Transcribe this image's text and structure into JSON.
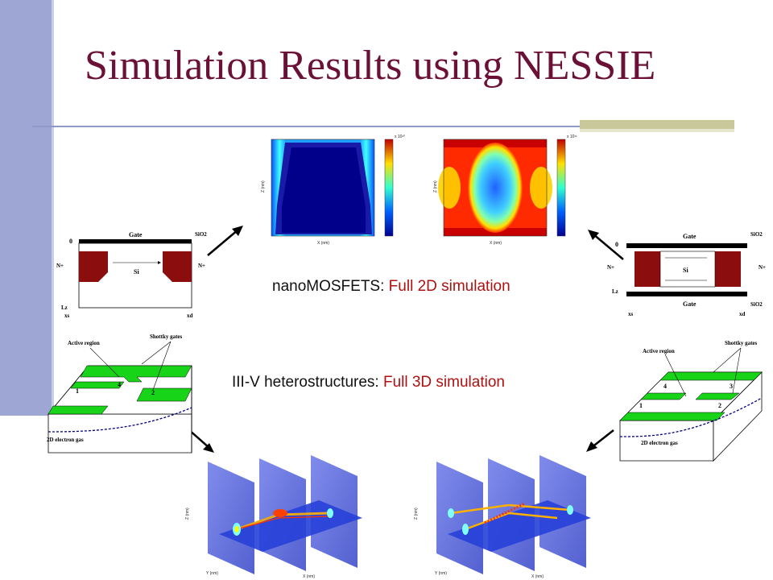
{
  "slide": {
    "title": "Simulation Results using NESSIE"
  },
  "captions": {
    "mosfet_prefix": "nanoMOSFETS: ",
    "mosfet_highlight": "Full 2D simulation",
    "hetero_prefix": "III-V heterostructures: ",
    "hetero_highlight": "Full 3D simulation"
  },
  "diagrams": {
    "single_gate": {
      "gate": "Gate",
      "oxide": "SiO2",
      "zero": "0",
      "source": "N+",
      "drain": "N+",
      "channel": "Si",
      "depth": "Lz",
      "xs": "xs",
      "xd": "xd"
    },
    "double_gate": {
      "gate_top": "Gate",
      "gate_bottom": "Gate",
      "oxide_top": "SiO2",
      "oxide_bottom": "SiO2",
      "zero": "0",
      "source": "N+",
      "drain": "N+",
      "channel": "Si",
      "depth": "Lz",
      "xs": "xs",
      "xd": "xd"
    },
    "hetero_left": {
      "active_region": "Active region",
      "shottky_gates": "Shottky gates",
      "gate_1": "1",
      "gate_2": "2",
      "gate_4": "4",
      "electron_gas": "2D electron gas"
    },
    "hetero_right": {
      "active_region": "Active region",
      "shottky_gates": "Shottky gates",
      "gate_1": "1",
      "gate_2": "2",
      "gate_3": "3",
      "gate_4": "4",
      "electron_gas": "2D electron gas"
    }
  },
  "plots": {
    "mosfet_1": {
      "xlabel": "X (nm)",
      "ylabel": "Z (nm)",
      "colorbar_exp": "x 10¹⁰"
    },
    "mosfet_2": {
      "xlabel": "X (nm)",
      "ylabel": "Z (nm)",
      "colorbar_exp": "x 10¹¹"
    },
    "hetero_1": {
      "xlabel": "X (nm)",
      "ylabel": "Y (nm)",
      "zlabel": "Z (nm)"
    },
    "hetero_2": {
      "xlabel": "X (nm)",
      "ylabel": "Y (nm)",
      "zlabel": "Z (nm)"
    }
  },
  "colors": {
    "title": "#6b1036",
    "highlight": "#b01010",
    "sidebar": "#9ea7d3",
    "gate_green": "#18d418",
    "contact_red": "#8b0d0d"
  }
}
